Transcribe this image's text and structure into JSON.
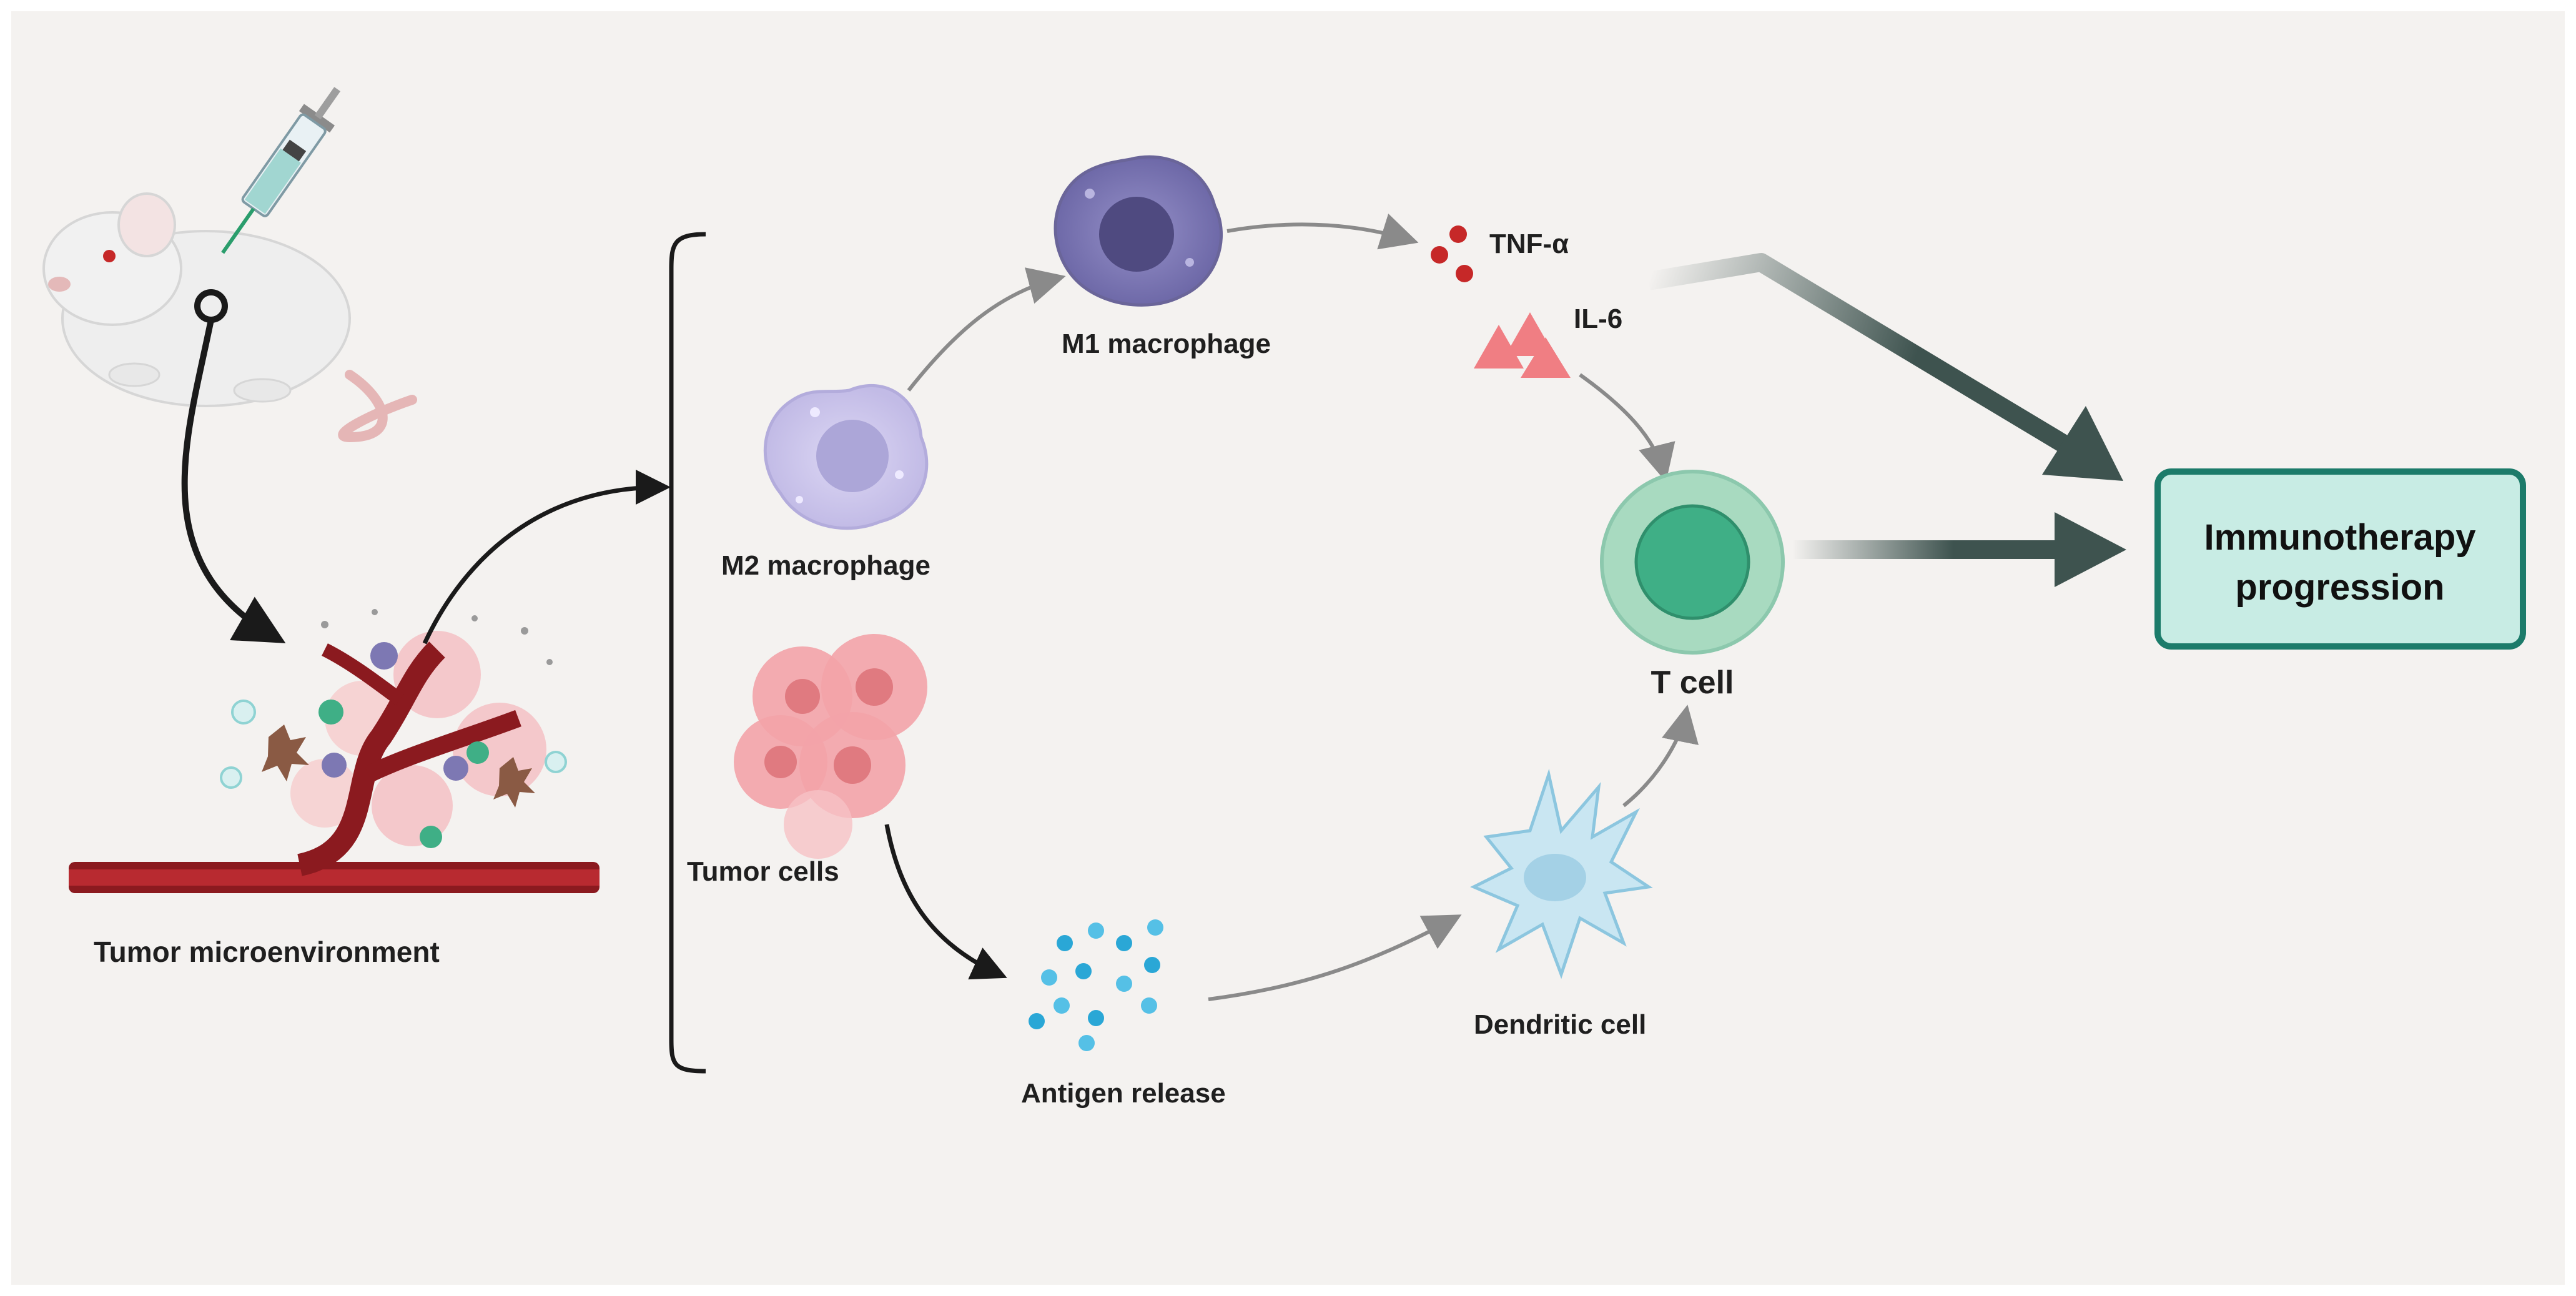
{
  "labels": {
    "tumor_microenvironment": "Tumor microenvironment",
    "m2_macrophage": "M2 macrophage",
    "m1_macrophage": "M1 macrophage",
    "tnf_alpha": "TNF-α",
    "il6": "IL-6",
    "tumor_cells": "Tumor cells",
    "antigen_release": "Antigen release",
    "dendritic_cell": "Dendritic cell",
    "t_cell": "T cell"
  },
  "outcome_box": {
    "line1": "Immunotherapy",
    "line2": "progression"
  },
  "colors": {
    "background": "#f4f2f0",
    "m2_macrophage": "#c9c3ea",
    "m1_macrophage": "#7d78b3",
    "t_cell": "#3faf86",
    "tumor": "#f3a3a8",
    "cytokine": "#f07e83",
    "antigen": "#2aa7d6",
    "outcome_fill": "#c8ece4",
    "outcome_border": "#1c7b6a",
    "thick_arrow": "#3e534f",
    "thin_arrow": "#8a8a8a"
  }
}
